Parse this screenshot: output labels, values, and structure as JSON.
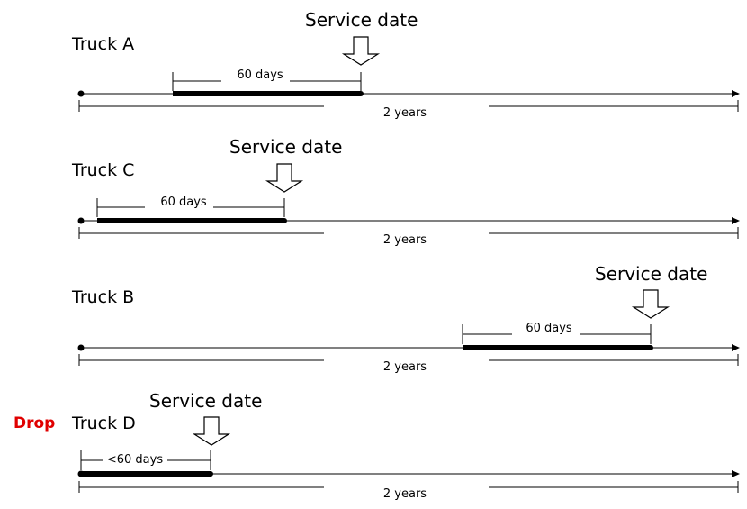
{
  "colors": {
    "line": "#000000",
    "drop": "#e00000",
    "background": "#ffffff"
  },
  "icons": {
    "service_marker": "down-arrow-icon",
    "endpoint": "dot-icon",
    "axis_end": "arrowhead-icon"
  },
  "rows": [
    {
      "truck": "Truck A",
      "service_label": "Service date",
      "window_label": "60 days",
      "span_label": "2 years",
      "drop": ""
    },
    {
      "truck": "Truck C",
      "service_label": "Service date",
      "window_label": "60 days",
      "span_label": "2 years",
      "drop": ""
    },
    {
      "truck": "Truck B",
      "service_label": "Service date",
      "window_label": "60 days",
      "span_label": "2 years",
      "drop": ""
    },
    {
      "truck": "Truck D",
      "service_label": "Service date",
      "window_label": "<60 days",
      "span_label": "2 years",
      "drop": "Drop"
    }
  ]
}
